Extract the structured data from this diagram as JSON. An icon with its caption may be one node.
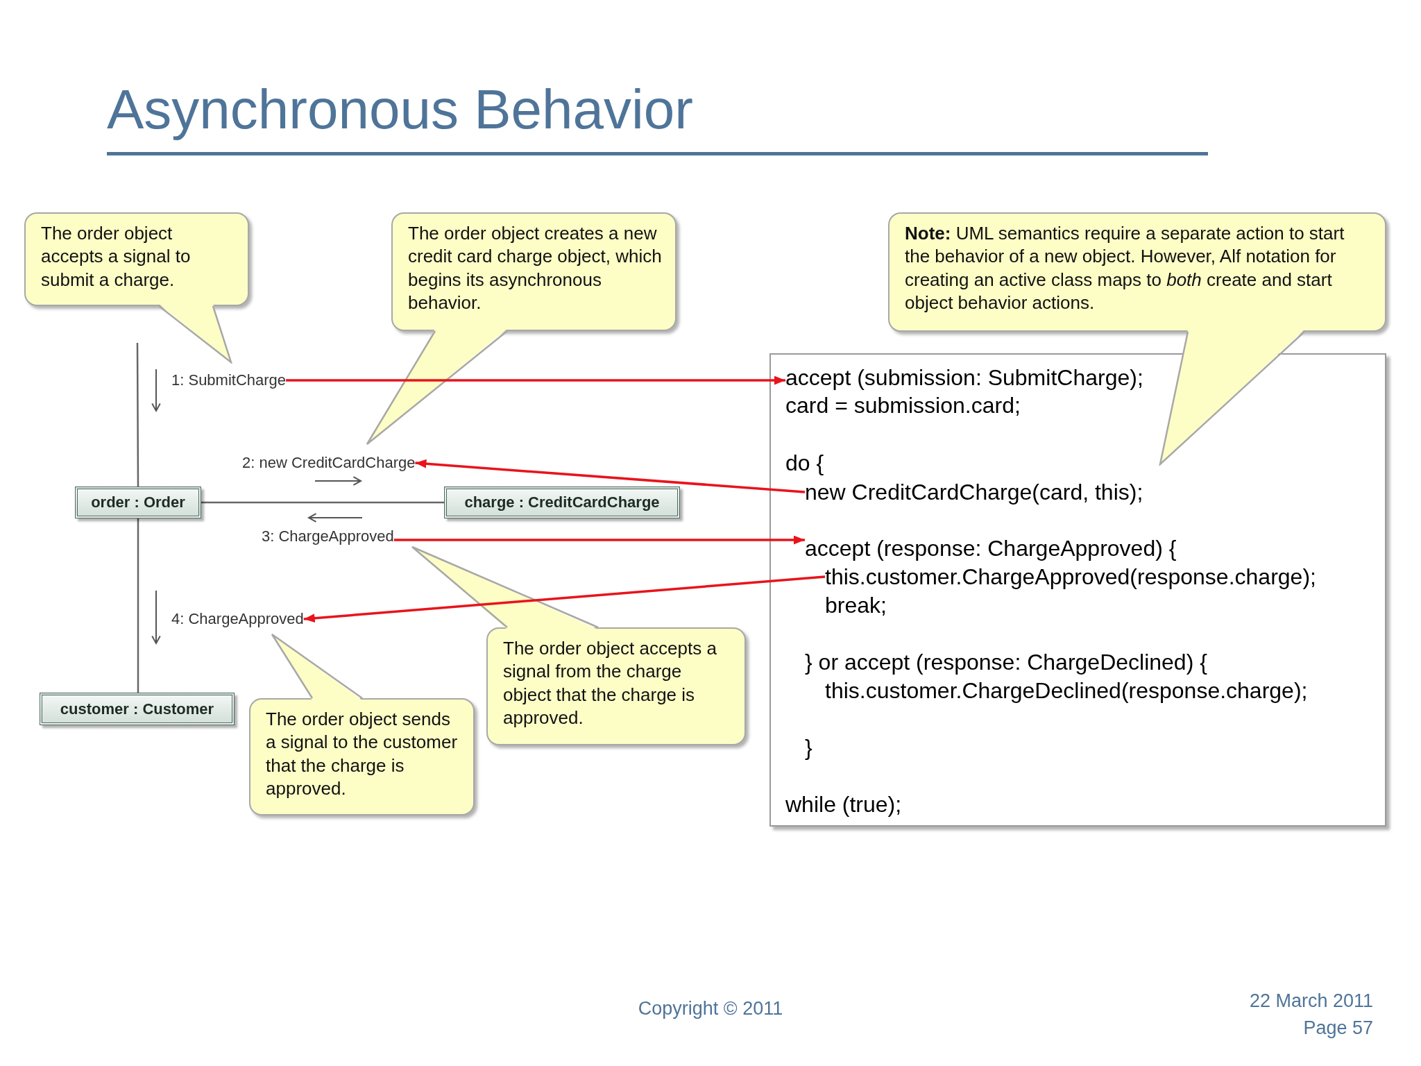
{
  "diagram": {
    "title": "Asynchronous Behavior",
    "nodes": [
      {
        "text": [
          "The order object accepts a signal to submit a charge."
        ]
      },
      {
        "text": [
          "The order object creates a new credit card charge object, which begins its asynchronous behavior."
        ]
      },
      {
        "text": [
          "**Note:** UML semantics require a separate action to start the behavior of a new object. However, Alf notation for creating an active class maps to *both* create and start object behavior actions."
        ]
      },
      {
        "text": [
          "order : Order"
        ]
      },
      {
        "text": [
          "charge : CreditCardCharge"
        ]
      },
      {
        "text": [
          "customer : Customer"
        ]
      },
      {
        "text": [
          "1: SubmitCharge"
        ]
      },
      {
        "text": [
          "2: new CreditCardCharge"
        ]
      },
      {
        "text": [
          "3: ChargeApproved"
        ]
      },
      {
        "text": [
          "4: ChargeApproved"
        ]
      },
      {
        "text": [
          "The order object accepts a signal from the charge object that the charge is approved."
        ]
      },
      {
        "text": [
          "The order object sends a signal to the customer that the charge is approved."
        ]
      },
      {
        "text": [],
        "shape": "box"
      },
      {
        "text": [
          "accept (submission: SubmitCharge);"
        ],
        "in": 12
      },
      {
        "text": [
          "card = submission.card;"
        ],
        "in": 12
      },
      {
        "text": [
          "do {"
        ],
        "in": 12
      },
      {
        "text": [
          "new CreditCardCharge(card, this);"
        ],
        "in": 12
      },
      {
        "text": [
          "accept (response: ChargeApproved) {"
        ],
        "in": 12
      },
      {
        "text": [
          "this.customer.ChargeApproved(response.charge);"
        ],
        "in": 12
      },
      {
        "text": [
          "break;"
        ],
        "in": 12
      },
      {
        "text": [
          "} or accept (response: ChargeDeclined) {"
        ],
        "in": 12
      },
      {
        "text": [
          "this.customer.ChargeDeclined(response.charge);"
        ],
        "in": 12
      },
      {
        "text": [
          "}"
        ],
        "in": 12
      },
      {
        "text": [
          "while (true);"
        ],
        "in": 12
      }
    ],
    "edges": [
      {
        "from": null,
        "to": 3,
        "arrow": "none",
        "color": "#666666"
      },
      {
        "from": 3,
        "to": 4,
        "arrow": "none",
        "color": "#666666"
      },
      {
        "from": 3,
        "to": 5,
        "arrow": "none",
        "color": "#666666"
      },
      {
        "from": 6,
        "to": 13,
        "arrow": "to"
      },
      {
        "from": 16,
        "to": 7,
        "arrow": "to"
      },
      {
        "from": 8,
        "to": 17,
        "arrow": "to"
      },
      {
        "from": 18,
        "to": 9,
        "arrow": "to"
      }
    ],
    "labels": [
      "Copyright © 2011",
      "22 March 2011",
      "Page 57"
    ]
  }
}
